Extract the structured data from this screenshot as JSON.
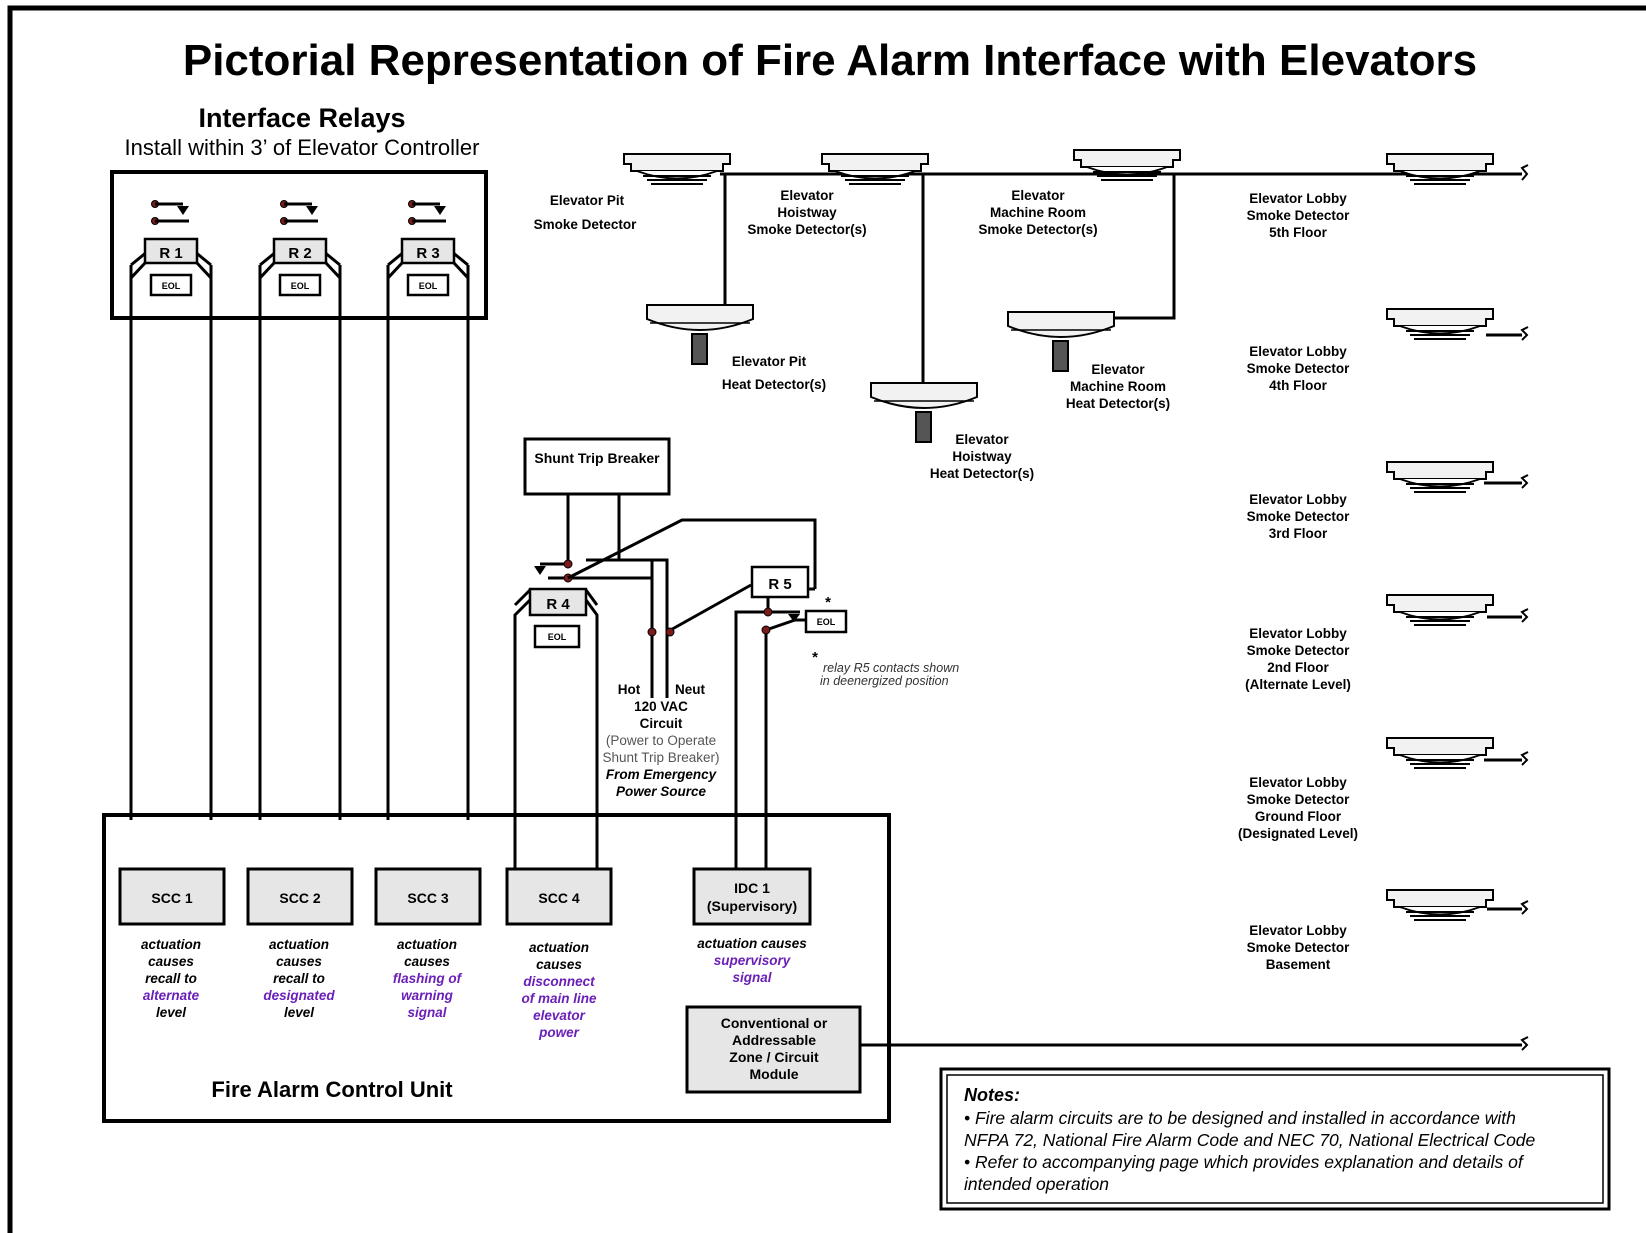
{
  "title": "Pictorial Representation of Fire Alarm Interface with Elevators",
  "interface_relays": {
    "heading": "Interface Relays",
    "subheading": "Install within 3’ of Elevator Controller",
    "relays": [
      "R 1",
      "R 2",
      "R 3"
    ],
    "eol": "EOL"
  },
  "relay_r4": "R 4",
  "relay_r5": "R 5",
  "eol_label": "EOL",
  "shunt_trip": "Shunt Trip Breaker",
  "power": {
    "hot": "Hot",
    "neut": "Neut",
    "line1": "120 VAC",
    "line2": "Circuit",
    "line3": "(Power to Operate",
    "line4": "Shunt Trip Breaker)",
    "line5": "From Emergency",
    "line6": "Power Source"
  },
  "r5_note": {
    "asterisk": "*",
    "line1": "relay R5 contacts shown",
    "line2": "in deenergized position"
  },
  "detectors": {
    "pit_smoke": [
      "Elevator Pit",
      "Smoke Detector"
    ],
    "hoistway_smoke": [
      "Elevator",
      "Hoistway",
      "Smoke Detector(s)"
    ],
    "machine_smoke": [
      "Elevator",
      "Machine Room",
      "Smoke Detector(s)"
    ],
    "pit_heat": [
      "Elevator Pit",
      "Heat Detector(s)"
    ],
    "machine_heat": [
      "Elevator",
      "Machine Room",
      "Heat Detector(s)"
    ],
    "hoistway_heat": [
      "Elevator",
      "Hoistway",
      "Heat Detector(s)"
    ]
  },
  "lobby_detectors": [
    [
      "Elevator Lobby",
      "Smoke Detector",
      "5th Floor"
    ],
    [
      "Elevator Lobby",
      "Smoke Detector",
      "4th Floor"
    ],
    [
      "Elevator Lobby",
      "Smoke Detector",
      "3rd Floor"
    ],
    [
      "Elevator Lobby",
      "Smoke Detector",
      "2nd Floor",
      "(Alternate Level)"
    ],
    [
      "Elevator Lobby",
      "Smoke Detector",
      "Ground Floor",
      "(Designated Level)"
    ],
    [
      "Elevator Lobby",
      "Smoke Detector",
      "Basement"
    ]
  ],
  "facu": {
    "label": "Fire Alarm Control Unit",
    "circuits": [
      "SCC 1",
      "SCC 2",
      "SCC 3",
      "SCC 4"
    ],
    "idc": [
      "IDC 1",
      "(Supervisory)"
    ],
    "module": [
      "Conventional or",
      "Addressable",
      "Zone / Circuit",
      "Module"
    ]
  },
  "actions": {
    "scc1": [
      "actuation",
      "causes",
      "recall to",
      "alternate",
      "level"
    ],
    "scc2": [
      "actuation",
      "causes",
      "recall to",
      "designated",
      "level"
    ],
    "scc3": [
      "actuation",
      "causes",
      "flashing of",
      "warning",
      "signal"
    ],
    "scc4": [
      "actuation",
      "causes",
      "disconnect",
      "of main line",
      "elevator",
      "power"
    ],
    "idc1": [
      "actuation causes",
      "supervisory",
      "signal"
    ]
  },
  "notes": {
    "heading": "Notes:",
    "lines": [
      "•  Fire alarm circuits are to be designed and installed in accordance with",
      "NFPA 72, National Fire Alarm Code and NEC 70, National Electrical Code",
      "•  Refer to accompanying page which provides explanation and details of",
      "intended operation"
    ]
  }
}
